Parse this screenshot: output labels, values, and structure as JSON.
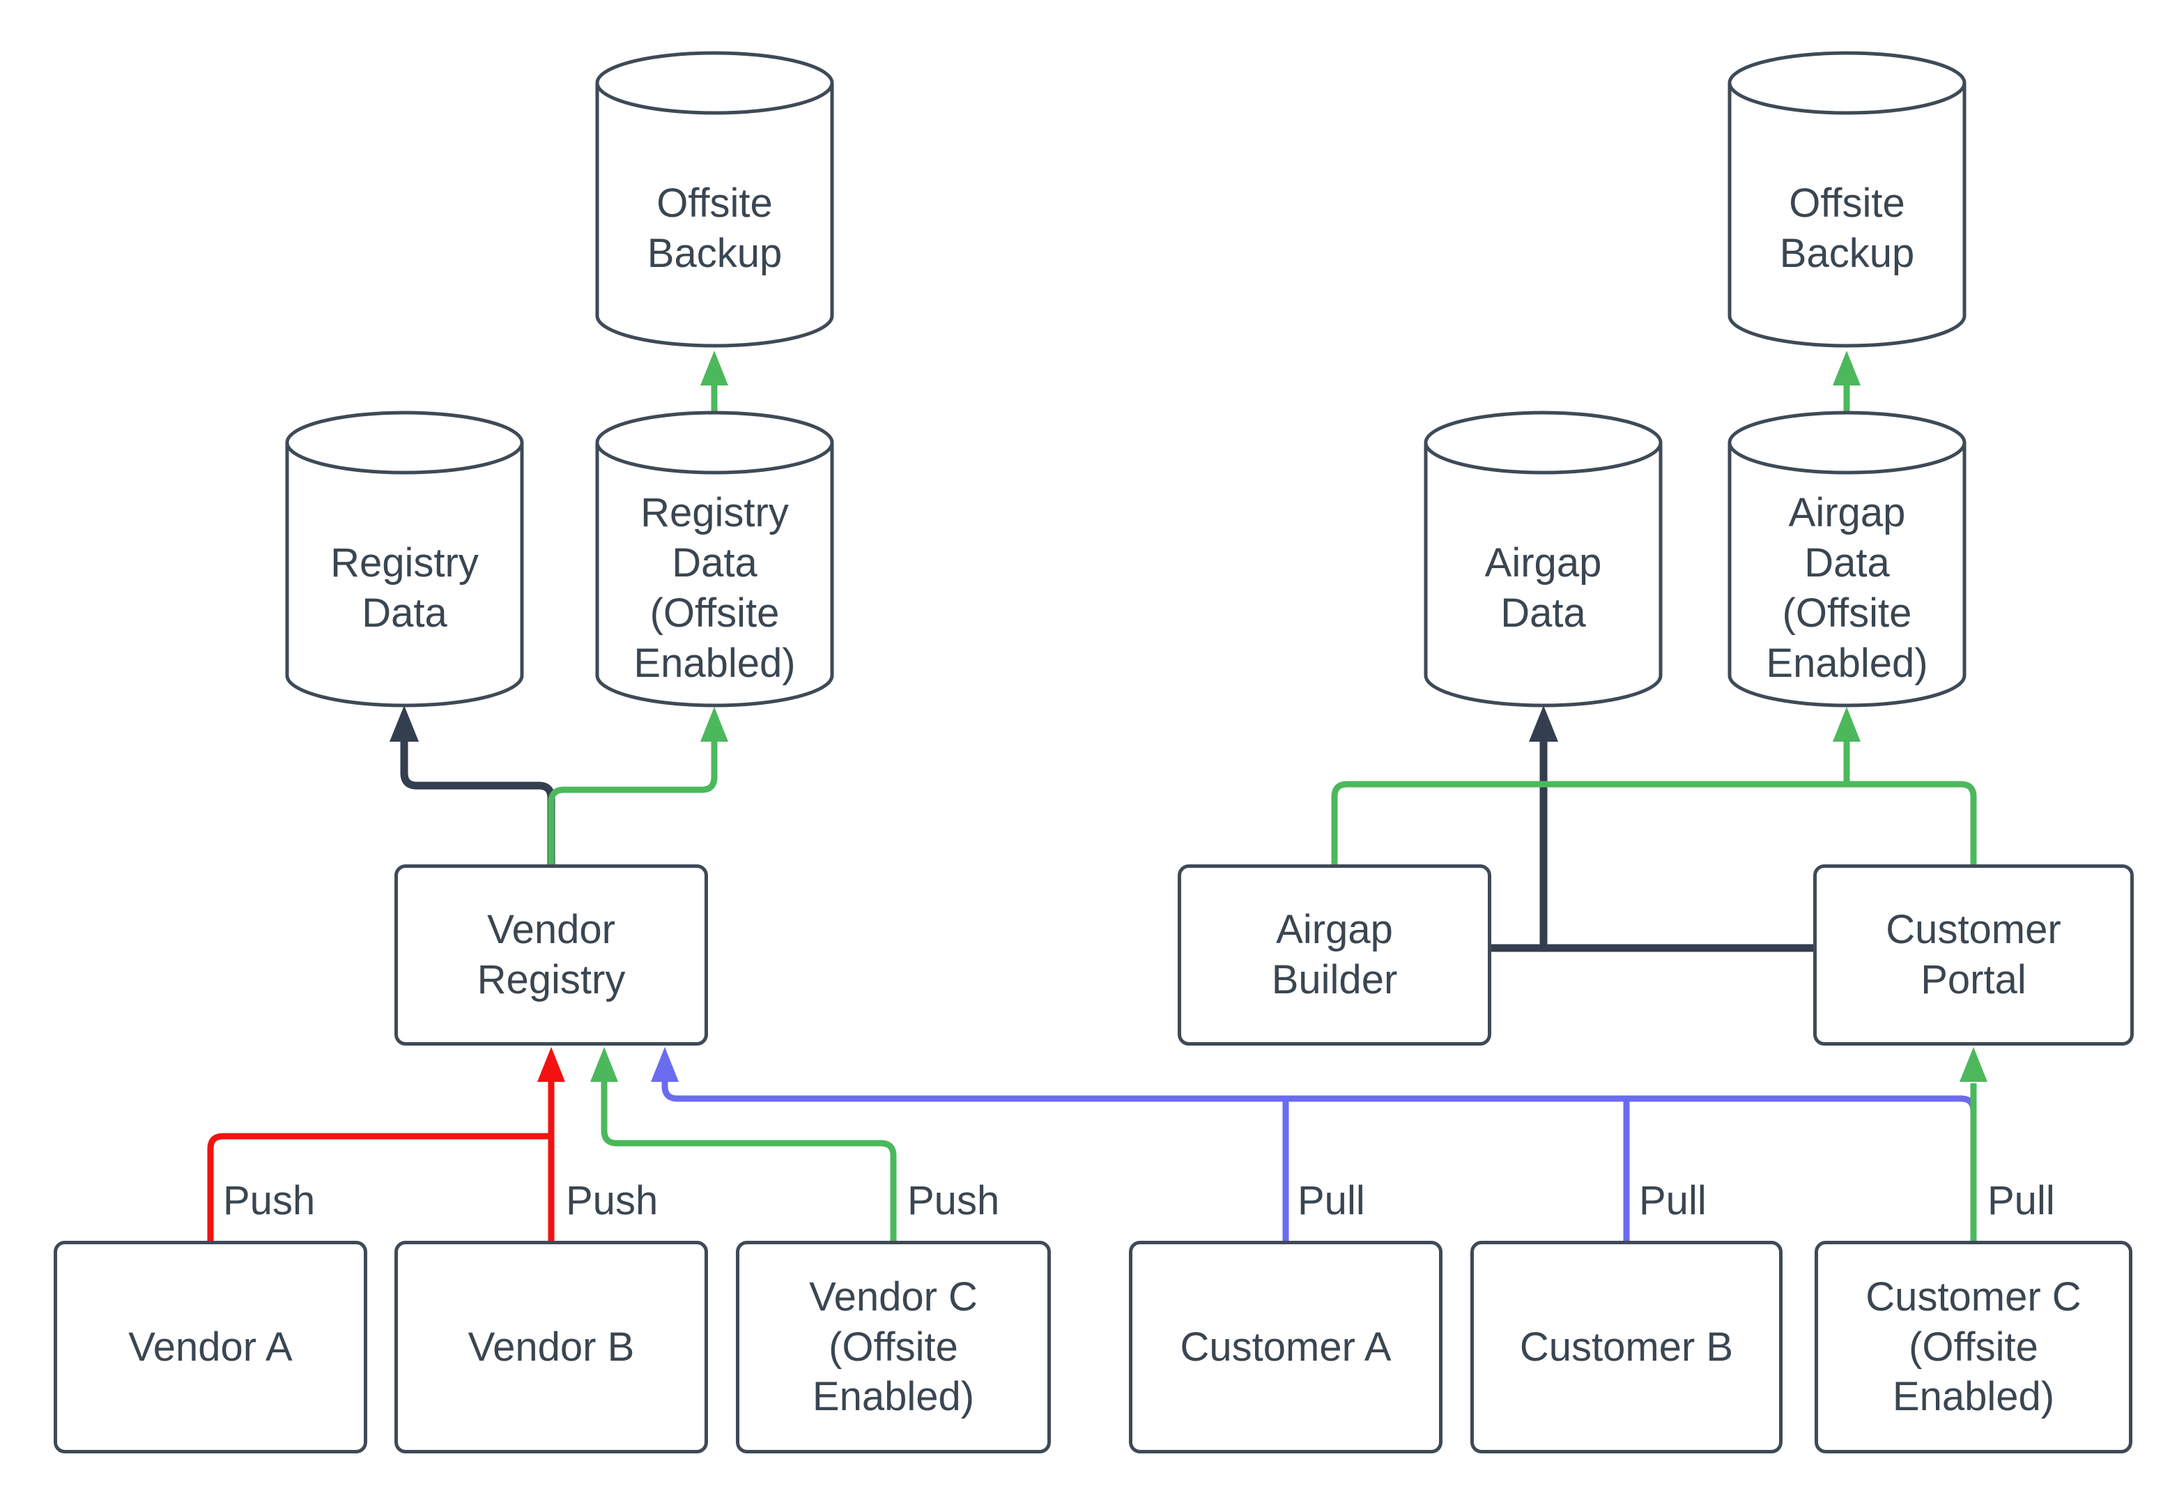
{
  "colors": {
    "push": "#F21212",
    "pull": "#6B6BF0",
    "offsite": "#4CB85C",
    "internal": "#333E4F",
    "node_border": "#3F4A57",
    "text": "#3A4651"
  },
  "nodes": {
    "offsite_backup_left": "Offsite Backup",
    "registry_data": "Registry Data",
    "registry_data_offsite": "Registry Data (Offsite Enabled)",
    "offsite_backup_right": "Offsite Backup",
    "airgap_data": "Airgap Data",
    "airgap_data_offsite": "Airgap Data (Offsite Enabled)",
    "vendor_registry": "Vendor Registry",
    "airgap_builder": "Airgap Builder",
    "customer_portal": "Customer Portal",
    "vendor_a": "Vendor A",
    "vendor_b": "Vendor B",
    "vendor_c": "Vendor C (Offsite Enabled)",
    "customer_a": "Customer A",
    "customer_b": "Customer B",
    "customer_c": "Customer C (Offsite Enabled)"
  },
  "labels": {
    "push_a": "Push",
    "push_b": "Push",
    "push_c": "Push",
    "pull_a": "Pull",
    "pull_b": "Pull",
    "pull_c": "Pull"
  }
}
